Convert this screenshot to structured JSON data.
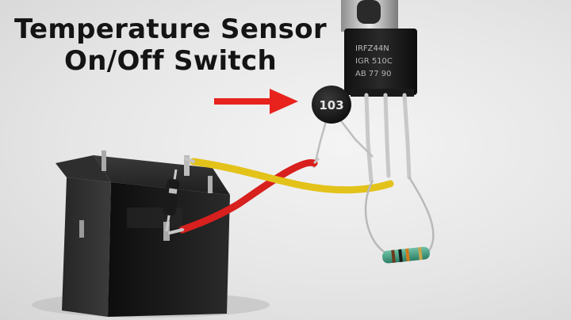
{
  "title": {
    "line1": "Temperature Sensor",
    "line2": "On/Off Switch"
  },
  "thermistor": {
    "label": "103"
  },
  "mosfet": {
    "marking_line1": "IRFZ44N",
    "marking_line2": "IGR 510C",
    "marking_line3": "AB 77 90"
  },
  "colors": {
    "arrow": "#e8221c",
    "wire_yellow": "#e3c21a",
    "wire_red": "#d8201e",
    "relay_body": "#151515",
    "thermistor_body": "#1c1c1c"
  }
}
